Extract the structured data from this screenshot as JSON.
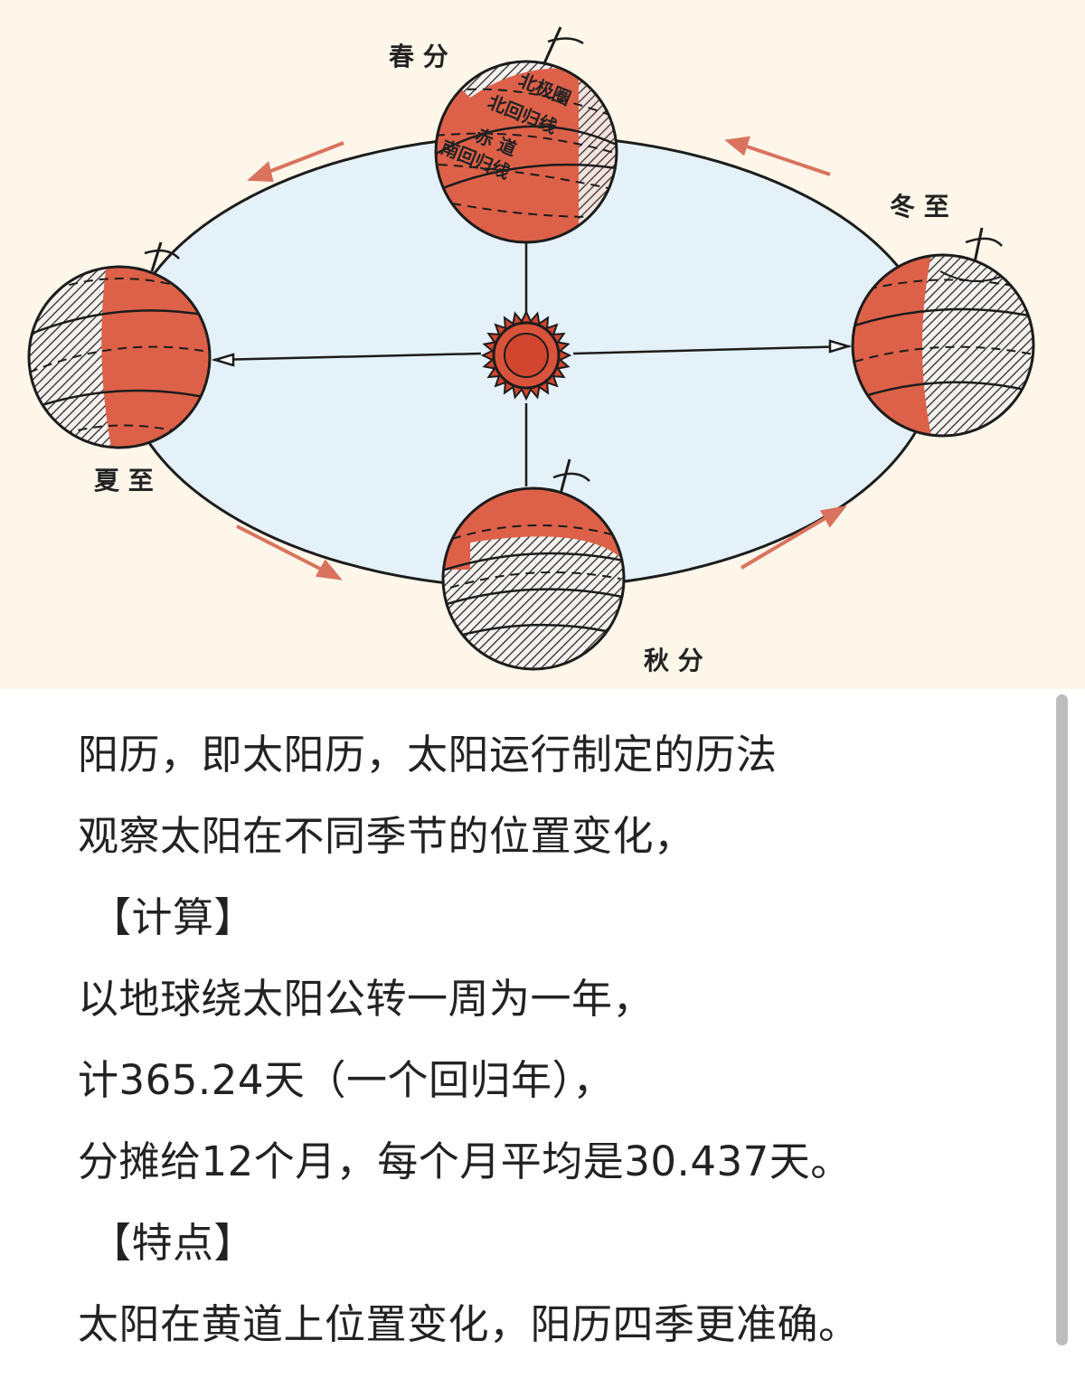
{
  "figure": {
    "seasons": {
      "spring_equinox": "春 分",
      "summer_solstice": "夏 至",
      "autumn_equinox": "秋 分",
      "winter_solstice": "冬 至"
    },
    "earth_lines": {
      "arctic_circle": "北极圈",
      "tropic_of_cancer": "北回归线",
      "equator": "赤 道",
      "tropic_of_capricorn": "南回归线"
    },
    "colors": {
      "background": "#fdf6e9",
      "orbit_fill": "#e5f1f8",
      "earth_lit": "#dd6149",
      "arrow": "#d9735e",
      "sun": "#d2462f"
    }
  },
  "article": {
    "lines": [
      "阳历，即太阳历，太阳运行制定的历法",
      "观察太阳在不同季节的位置变化，",
      "【计算】",
      "以地球绕太阳公转一周为一年，",
      "计365.24天（一个回归年），",
      "分摊给12个月，每个月平均是30.437天。",
      "【特点】",
      "太阳在黄道上位置变化，阳历四季更准确。"
    ]
  }
}
